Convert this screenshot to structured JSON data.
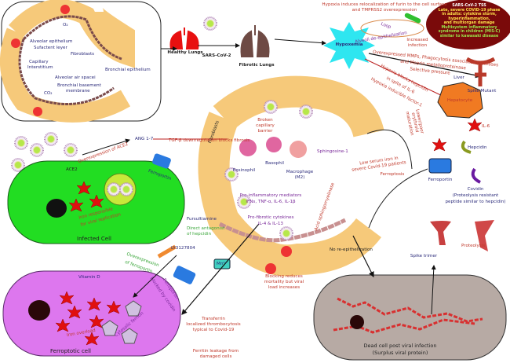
{
  "alveolus": {
    "o2": "O₂",
    "co2": "CO₂",
    "alveolar_epithelium": "Alveolar epithelium",
    "surfactant": "Sufactent leyer",
    "fibroblasts": "Fibroblasts",
    "capillary": "Capillary",
    "interstitium": "Interstitium",
    "air_space": "Alveolar air spacei",
    "bronchial_epithelium": "Bronchial epithelium",
    "basement_1": "Bronchial basement",
    "basement_2": "membrane"
  },
  "top": {
    "healthy_lungs": "Healthy Lungs",
    "virus": "SARS-CoV-2",
    "fibrotic_lungs": "Fibrotic Lungs",
    "hypoxemia": "Hypoxemia",
    "hypoxia_furin_1": "Hypoxia induces relocalization of furin to the cell surface",
    "hypoxia_furin_2": "and TMPRSS2 overexpression",
    "loop": "Loop",
    "de_epithelization": "Alveoli de-epithelization",
    "increased_1": "Increased",
    "increased_2": "infection",
    "mmps_1": "Overexpressed MMPs, Phagocytosis associated proteases",
    "mmps_2": "and Meprin metalloproteinase",
    "mmps_3": "Selective pressure",
    "tss": {
      "title": "SARS-CoV-2 TSS",
      "l1": "Late, severe COVID-19 phase",
      "l2": "in adults: cytokine storm,",
      "l3": "hyperinflammation,",
      "l4": "and multiorgan damage",
      "m1": "Multisystem inflammatory",
      "m2": "syndrome in children (MIS-C)",
      "m3": "similar to kawasaki disease"
    },
    "spike_mutant": "Spike Mutant"
  },
  "liver": {
    "hypoxia_1": "Hypoxia blocks hepcidin",
    "hypoxia_2": "in spite of IL-6",
    "hypoxia_3": "Hypoxia inducible factor-1",
    "liver": "Liver",
    "hepatocyte": "Hepatocyte",
    "il6": "IL-6",
    "hepcidin": "Hepcidin",
    "ferroportin": "Ferroportin",
    "covidin": "Covidin",
    "covidin_desc_1": "(Proteolysis resistant",
    "covidin_desc_2": "peptide similar to hepcidin)",
    "proteolysis": "Proteolysis",
    "spike_trimer": "Spike trimer",
    "erythroid": "Lower/poor erythroid maturation",
    "low_iron_1": "Low serum iron in",
    "low_iron_2": "severe Covid-19 patients",
    "ferroptosis": "Ferroptosis"
  },
  "center": {
    "fibroblasts": "Fibroblasts",
    "broken_1": "Broken",
    "broken_2": "capillary",
    "broken_3": "barrier",
    "eosinophil": "Eosinophil",
    "basophil": "Basophil",
    "macrophage_1": "Macrophage",
    "macrophage_2": "(M2)",
    "sphingosine": "Sphingosine-1",
    "pro_inf_1": "Pro-inflammatory mediators",
    "pro_inf_2": "IFNs, TNF-α, IL-6, IL-1β",
    "pro_fib_1": "Pro-fibrotic cytokines",
    "pro_fib_2": "IL-4 & IL-13",
    "acid_sm": "Acid sphingomyelinase",
    "no_reepi": "No re-epithelization",
    "blocking_1": "Blocking reduces",
    "blocking_2": "mortality but viral",
    "blocking_3": "load increases"
  },
  "infected": {
    "ace2_over": "Overexpression of ACE2",
    "ang": "ANG 1-7",
    "tgf": "TGF-β downregulation blocks fibrosis",
    "ace2": "ACE2",
    "ferroportin": "Ferroportin",
    "iron_1": "Iron responsible",
    "iron_2": "for viral replication",
    "label": "Infected Cell"
  },
  "drugs": {
    "fursultiamine": "Fursultiamine",
    "antagonist_1": "Direct antagonist",
    "antagonist_2": "of hepcidin",
    "ly": "LY3127804",
    "mn": "Mn²⁺",
    "vitd": "Vitamin D",
    "over_fpn_1": "Overexpression",
    "over_fpn_2": "of ferroportin",
    "blocked_1": "Ferroportin",
    "blocked_2": "blocked by covidin"
  },
  "ferroptotic": {
    "iron_overload": "Iron overload",
    "ferritin": "Cytosolic ferritin",
    "label": "Ferroptotic cell",
    "transferrin_1": "Transferrin",
    "transferrin_2": "localized thrombocytosis",
    "transferrin_3": "typical to Covid-19",
    "leak_1": "Ferritin leakage from",
    "leak_2": "damaged cells"
  },
  "dead": {
    "l1": "Dead cell post viral infection",
    "l2": "(Surplus viral protein)"
  },
  "colors": {
    "band": "#f6c97a",
    "infected": "#22dd22",
    "ferroptotic": "#dd77ee",
    "dead": "#b7aaa4",
    "tss": "#7a0a0a",
    "hypox": "#2ee6f0"
  }
}
